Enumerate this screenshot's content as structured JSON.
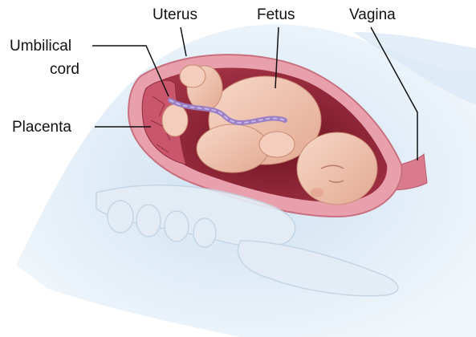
{
  "labels": {
    "uterus": "Uterus",
    "fetus": "Fetus",
    "vagina": "Vagina",
    "umbilical_cord_line1": "Umbilical",
    "umbilical_cord_line2": "cord",
    "placenta": "Placenta"
  },
  "colors": {
    "background": "#ffffff",
    "body_glow": "#cfe3f1",
    "uterus_wall": "#e79aa5",
    "uterus_inner": "#9b2b3a",
    "fetus_skin": "#f2c7b5",
    "cord": "#9a7fc4",
    "bone": "#e4edf5",
    "leader_line": "#111111"
  }
}
